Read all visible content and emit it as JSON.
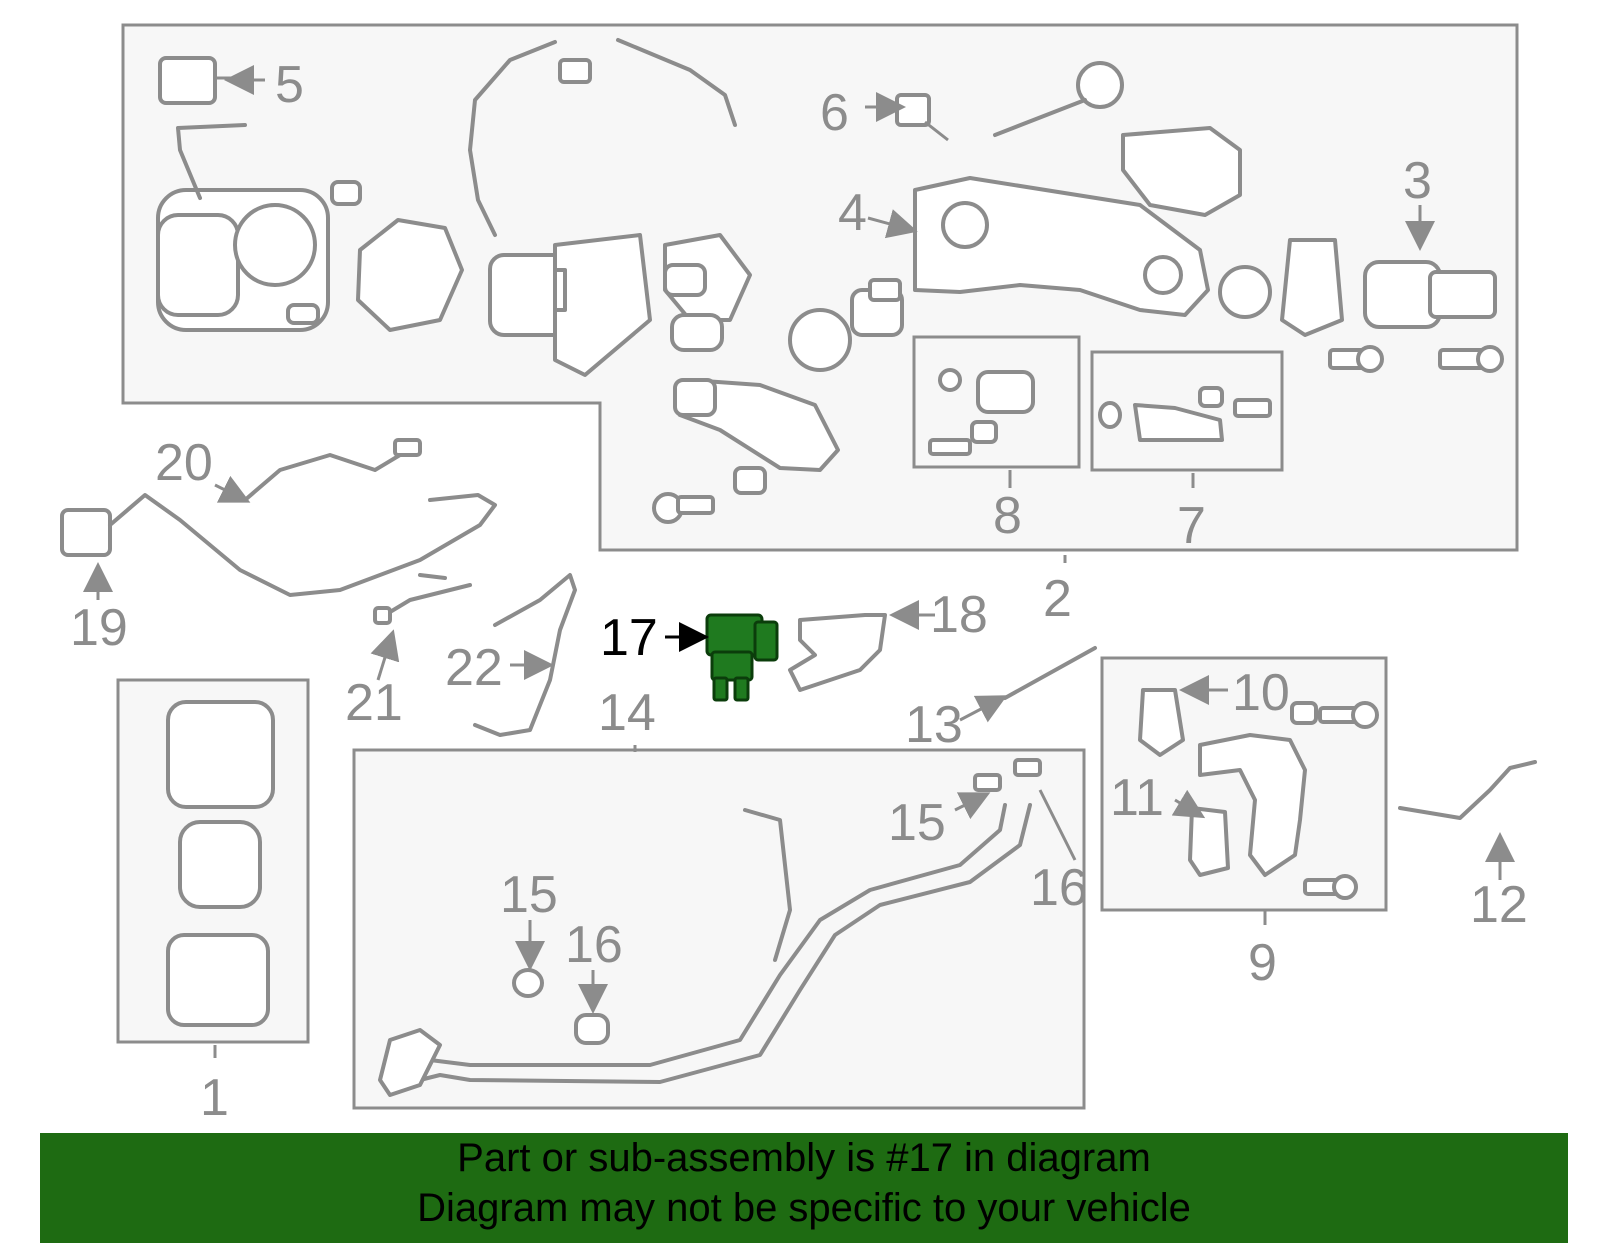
{
  "callouts": {
    "c1": "1",
    "c2": "2",
    "c3": "3",
    "c4": "4",
    "c5": "5",
    "c6": "6",
    "c7": "7",
    "c8": "8",
    "c9": "9",
    "c10": "10",
    "c11": "11",
    "c12": "12",
    "c13": "13",
    "c14": "14",
    "c15a": "15",
    "c15b": "15",
    "c16a": "16",
    "c16b": "16",
    "c17": "17",
    "c18": "18",
    "c19": "19",
    "c20": "20",
    "c21": "21",
    "c22": "22"
  },
  "highlighted_part": "17",
  "colors": {
    "line": "#8c8c8c",
    "highlight": "#1f7a1f",
    "banner": "#1e6b12"
  },
  "banner": {
    "line1": "Part or sub-assembly is #17 in diagram",
    "line2": "Diagram may not be specific to your vehicle"
  }
}
